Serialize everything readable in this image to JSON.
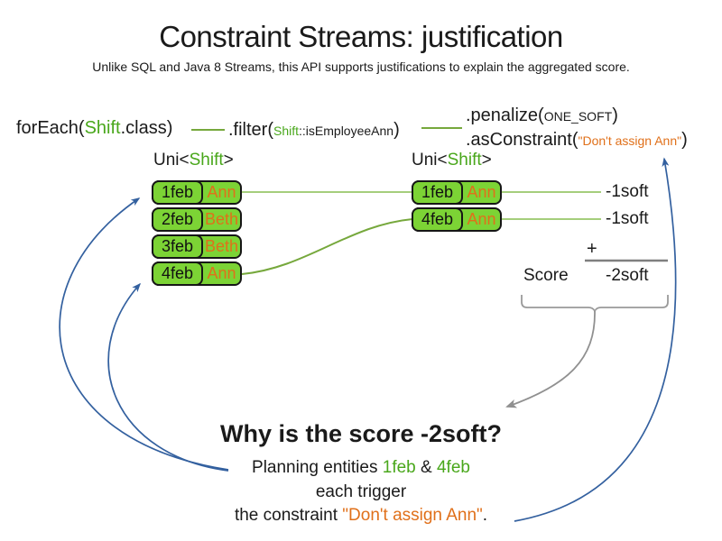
{
  "title": "Constraint Streams: justification",
  "subtitle": "Unlike SQL and Java 8 Streams, this API supports justifications to explain the aggregated score.",
  "colors": {
    "green_box": "#7cd335",
    "green_text": "#49a71b",
    "orange_text": "#e0701a",
    "blue_arrow": "#33609f",
    "gray_arrow": "#909090"
  },
  "code": {
    "foreach_pre": "forEach(",
    "foreach_class": "Shift",
    "foreach_post": ".class)",
    "filter_pre": ".filter(",
    "filter_class": "Shift",
    "filter_method": "::isEmployeeAnn",
    "filter_post": ")",
    "penalize_pre": ".penalize(",
    "penalize_arg": "ONE_SOFT",
    "penalize_post": ")",
    "asconstraint_pre": ".asConstraint(",
    "asconstraint_arg": "\"Don't assign Ann\"",
    "asconstraint_post": ")"
  },
  "left_stream": {
    "type_pre": "Uni<",
    "type_class": "Shift",
    "type_post": ">",
    "rows": [
      {
        "date": "1feb",
        "employee": "Ann"
      },
      {
        "date": "2feb",
        "employee": "Beth"
      },
      {
        "date": "3feb",
        "employee": "Beth"
      },
      {
        "date": "4feb",
        "employee": "Ann"
      }
    ]
  },
  "right_stream": {
    "type_pre": "Uni<",
    "type_class": "Shift",
    "type_post": ">",
    "rows": [
      {
        "date": "1feb",
        "employee": "Ann"
      },
      {
        "date": "4feb",
        "employee": "Ann"
      }
    ]
  },
  "score_panel": {
    "match_scores": [
      "-1soft",
      "-1soft"
    ],
    "plus_sign": "+",
    "score_label": "Score",
    "total_score": "-2soft"
  },
  "explanation": {
    "heading": "Why is the score -2soft?",
    "line1_pre": "Planning entities ",
    "line1_entity1": "1feb",
    "line1_sep": " & ",
    "line1_entity2": "4feb",
    "line2": "each trigger",
    "line3_pre": "the constraint ",
    "line3_constraint": "\"Don't assign Ann\"",
    "line3_post": "."
  }
}
